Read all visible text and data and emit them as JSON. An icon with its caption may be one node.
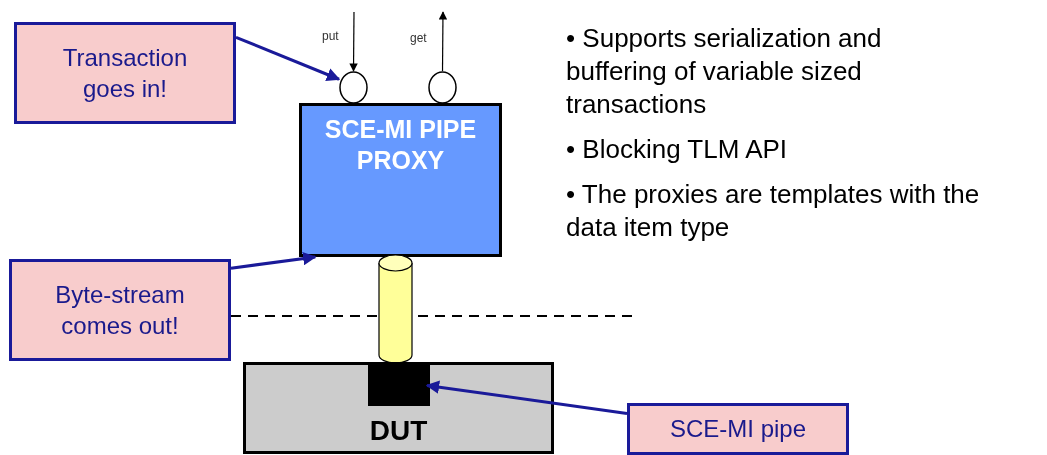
{
  "diagram": {
    "nodes": [
      {
        "text": [
          "Transaction goes in!"
        ]
      },
      {
        "text": [],
        "shape": "circle"
      },
      {
        "text": [],
        "shape": "circle"
      },
      {
        "text": [
          "SCE-MI PIPE PROXY"
        ]
      },
      {
        "text": [
          "Byte-stream comes out!"
        ]
      },
      {
        "text": [],
        "shape": "cylinder"
      },
      {
        "text": [
          "DUT"
        ]
      },
      {
        "text": [],
        "shape": "box",
        "in": 6
      },
      {
        "text": [
          "SCE-MI pipe"
        ]
      }
    ],
    "edges": [
      {
        "from": 0,
        "to": 1,
        "arrow": "to"
      },
      {
        "from": null,
        "to": 1,
        "arrow": "to",
        "label": "put",
        "color": "#000000"
      },
      {
        "from": 2,
        "to": null,
        "arrow": "to",
        "label": "get",
        "color": "#000000"
      },
      {
        "from": 4,
        "to": 3,
        "arrow": "to"
      },
      {
        "from": 8,
        "to": 7,
        "arrow": "to"
      }
    ],
    "labels": [
      "• Supports serialization and buffering of variable sized transactions",
      "• Blocking TLM API",
      "• The proxies are templates with the data item type"
    ]
  }
}
